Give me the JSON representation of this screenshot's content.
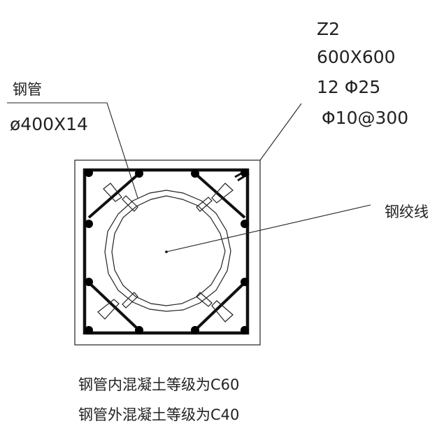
{
  "column": {
    "tag": "Z2",
    "section": "600X600",
    "main_rebar": "12 Φ25",
    "stirrup": "Φ10@300"
  },
  "steel_tube": {
    "label": "钢管",
    "spec": "ø400X14"
  },
  "strand_label": "钢绞线",
  "notes": {
    "inner": "钢管内混凝土等级为C60",
    "outer": "钢管外混凝土等级为C40"
  },
  "colors": {
    "line": "#222222",
    "background": "#ffffff"
  }
}
